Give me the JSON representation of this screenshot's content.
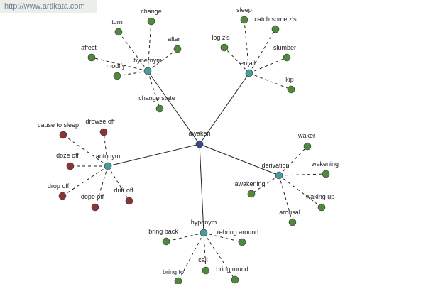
{
  "watermark": {
    "url": "http://www.artikata.com"
  },
  "colors": {
    "center": "#3b4a86",
    "hub": "#4b9a9c",
    "leaf_positive": "#4f8a3c",
    "leaf_antonym": "#8b3434",
    "edge": "#222222",
    "background": "#ffffff"
  },
  "graph": {
    "center": {
      "label": "awaken"
    },
    "hubs": [
      {
        "key": "hypernym",
        "label": "hypernym",
        "leaf_color": "leaf_positive",
        "leaves": [
          "change",
          "turn",
          "alter",
          "affect",
          "modify",
          "change state"
        ]
      },
      {
        "key": "entail",
        "label": "entail",
        "leaf_color": "leaf_positive",
        "leaves": [
          "sleep",
          "catch some z's",
          "log z's",
          "slumber",
          "kip"
        ]
      },
      {
        "key": "antonym",
        "label": "antonym",
        "leaf_color": "leaf_antonym",
        "leaves": [
          "cause to sleep",
          "drowse off",
          "doze off",
          "drop off",
          "dope off",
          "drift off"
        ]
      },
      {
        "key": "derivation",
        "label": "derivation",
        "leaf_color": "leaf_positive",
        "leaves": [
          "waker",
          "wakening",
          "awakening",
          "waking up",
          "arousal"
        ]
      },
      {
        "key": "hyponym",
        "label": "hyponym",
        "leaf_color": "leaf_positive",
        "leaves": [
          "bring back",
          "rebring around",
          "call",
          "bring to",
          "bring round"
        ]
      }
    ]
  }
}
